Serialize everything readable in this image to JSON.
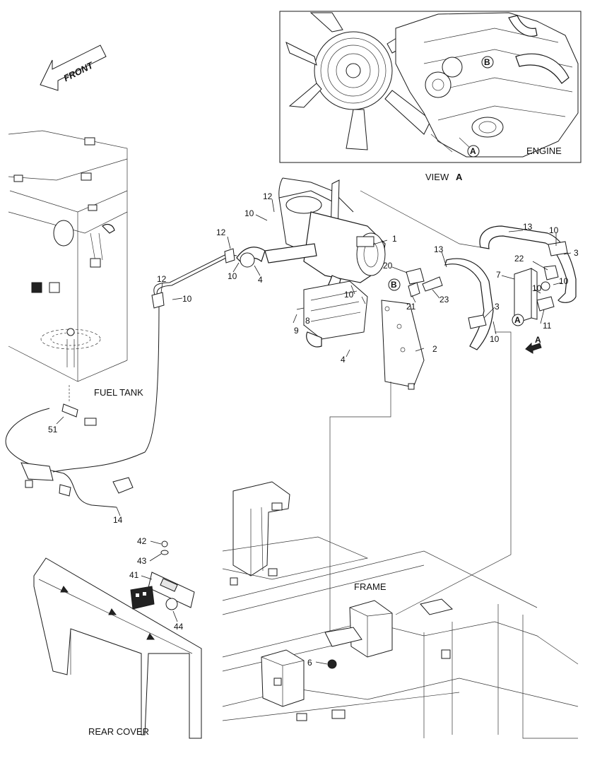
{
  "captions": {
    "front": "FRONT",
    "engine": "ENGINE",
    "view_prefix": "VIEW",
    "view_letter": "A",
    "fuel_tank": "FUEL TANK",
    "frame": "FRAME",
    "rear_cover": "REAR COVER"
  },
  "markers": {
    "a": "A",
    "b": "B"
  },
  "callouts": {
    "c1": "1",
    "c2": "2",
    "c3a": "3",
    "c3b": "3",
    "c4a": "4",
    "c4b": "4",
    "c6": "6",
    "c7": "7",
    "c8": "8",
    "c9": "9",
    "c10a": "10",
    "c10b": "10",
    "c10c": "10",
    "c10d": "10",
    "c10e": "10",
    "c10f": "10",
    "c10g": "10",
    "c10h": "10",
    "c11": "11",
    "c12a": "12",
    "c12b": "12",
    "c12c": "12",
    "c13a": "13",
    "c13b": "13",
    "c14": "14",
    "c20": "20",
    "c21": "21",
    "c22": "22",
    "c23": "23",
    "c41": "41",
    "c42": "42",
    "c43": "43",
    "c44": "44",
    "c51": "51"
  }
}
